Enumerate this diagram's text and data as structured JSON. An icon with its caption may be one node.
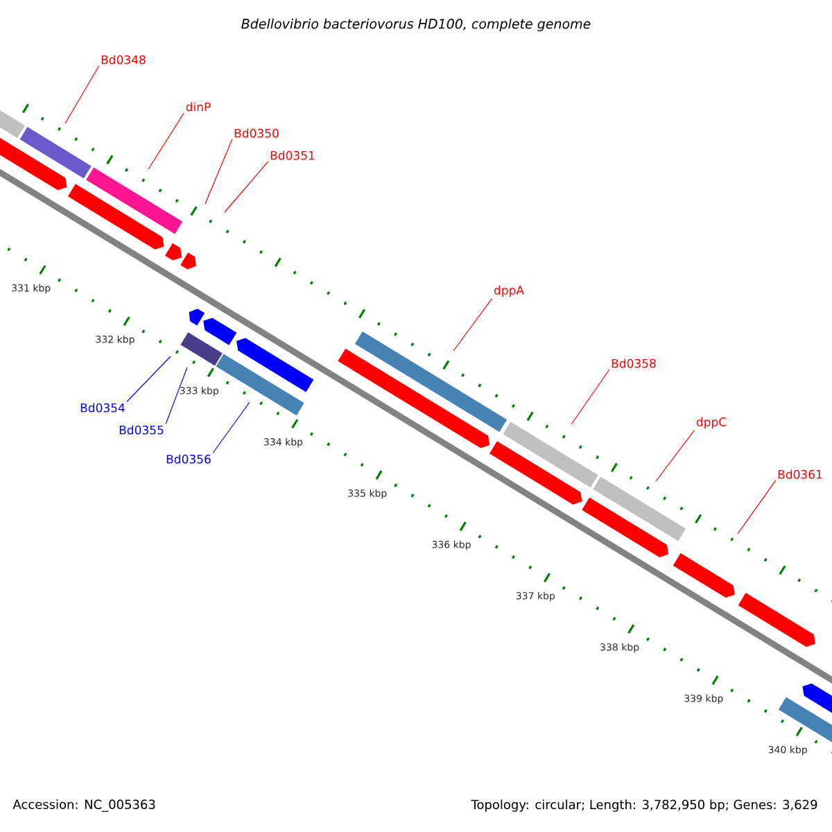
{
  "diagram": {
    "title": "Bdellovibrio bacteriovorus HD100, complete genome",
    "nodes": [
      {
        "text": [
          "Bd0348"
        ]
      },
      {
        "text": [
          "dinP"
        ]
      },
      {
        "text": [
          "Bd0350"
        ]
      },
      {
        "text": [
          "Bd0351"
        ]
      },
      {
        "text": [
          "dppA"
        ]
      },
      {
        "text": [
          "Bd0358"
        ]
      },
      {
        "text": [
          "Bd0354"
        ]
      },
      {
        "text": [
          "dppC"
        ]
      },
      {
        "text": [
          "Bd0355"
        ]
      },
      {
        "text": [
          "Bd0356"
        ]
      },
      {
        "text": [
          "Bd0361"
        ]
      }
    ],
    "edges": [
      {
        "from": 0,
        "to": null,
        "arrow": "none"
      },
      {
        "from": 1,
        "to": null,
        "arrow": "none"
      },
      {
        "from": 2,
        "to": null,
        "arrow": "none"
      },
      {
        "from": 3,
        "to": null,
        "arrow": "none"
      },
      {
        "from": 4,
        "to": null,
        "arrow": "none"
      },
      {
        "from": 5,
        "to": null,
        "arrow": "none"
      },
      {
        "from": 6,
        "to": null,
        "arrow": "none",
        "color": "#0000ff"
      },
      {
        "from": 7,
        "to": null,
        "arrow": "none"
      },
      {
        "from": 8,
        "to": null,
        "arrow": "none",
        "color": "#0000ff"
      },
      {
        "from": 9,
        "to": null,
        "arrow": "none",
        "color": "#0000ff"
      },
      {
        "from": 10,
        "to": null,
        "arrow": "none"
      }
    ],
    "labels": [
      "331 kbp",
      "332 kbp",
      "333 kbp",
      "334 kbp",
      "335 kbp",
      "336 kbp",
      "337 kbp",
      "338 kbp",
      "339 kbp",
      "340 kbp",
      "Accession: NC_005363",
      "Topology: circular; Length: 3,782,950 bp; Genes: 3,629"
    ]
  }
}
